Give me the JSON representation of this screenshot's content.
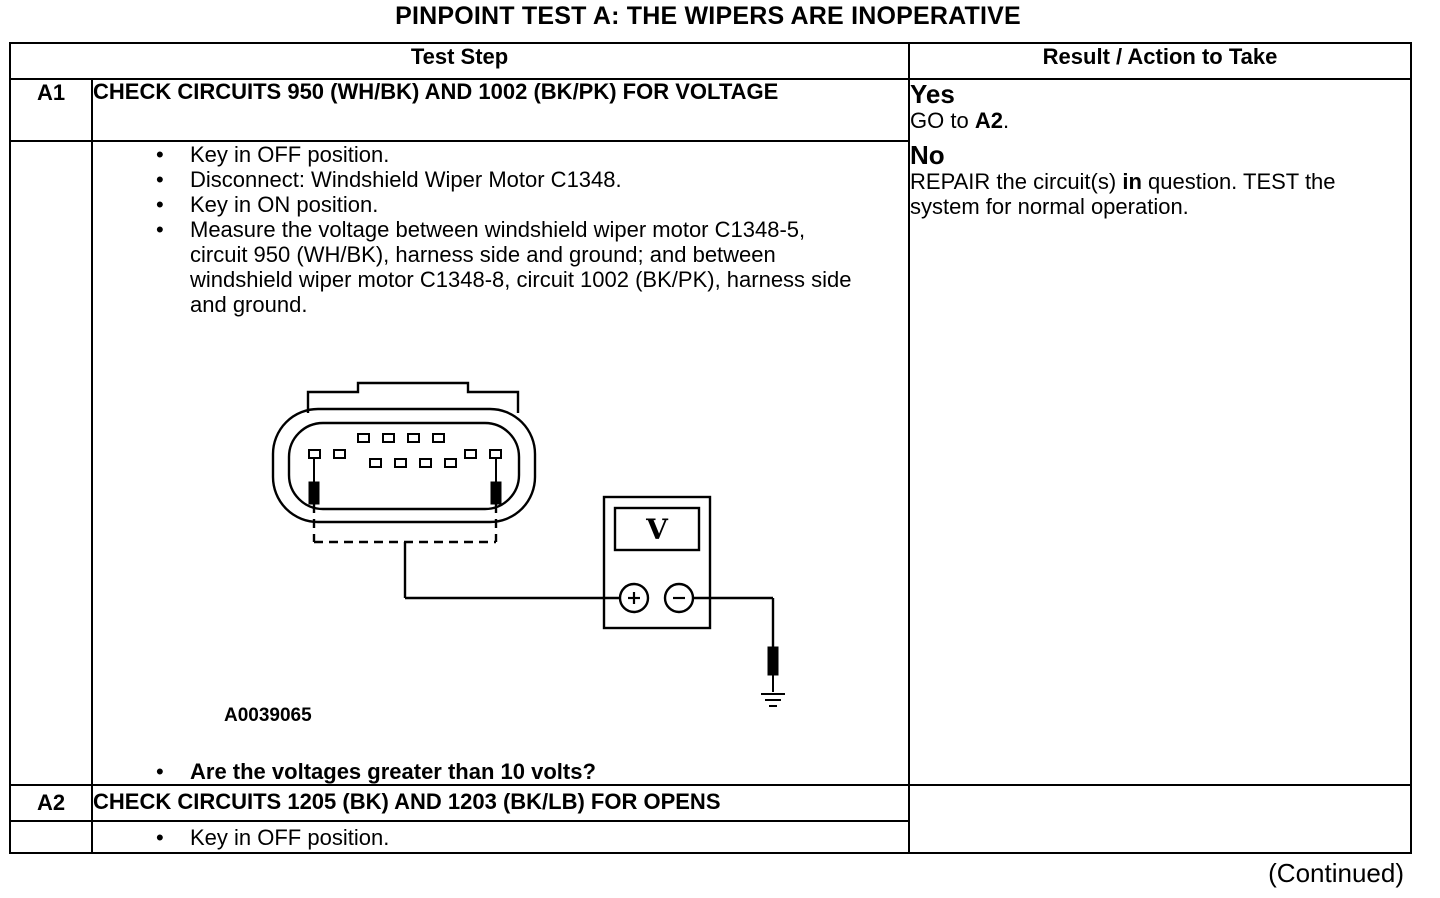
{
  "title": "PINPOINT TEST  A: THE WIPERS ARE INOPERATIVE",
  "headers": {
    "test_step": "Test Step",
    "result_action": "Result / Action to Take"
  },
  "steps": [
    {
      "id": "A1",
      "title": "CHECK CIRCUITS 950 (WH/BK) AND 1002 (BK/PK) FOR VOLTAGE",
      "bullets": [
        "Key in OFF position.",
        "Disconnect: Windshield Wiper Motor C1348.",
        "Key in ON position.",
        "Measure the voltage between windshield wiper motor C1348-5, circuit 950 (WH/BK), harness side and ground; and between windshield wiper motor C1348-8, circuit 1002 (BK/PK), harness side and ground."
      ],
      "figure_id": "A0039065",
      "meter_symbol": "V",
      "question": "Are the voltages greater than 10 volts?",
      "results": {
        "yes_label": "Yes",
        "yes_prefix": "GO to ",
        "yes_target": "A2",
        "yes_suffix": ".",
        "no_label": "No",
        "no_prefix": "REPAIR the circuit(s) ",
        "no_emph": "in",
        "no_suffix": " question. TEST the system for normal operation."
      }
    },
    {
      "id": "A2",
      "title": "CHECK CIRCUITS 1205 (BK) AND 1203 (BK/LB) FOR OPENS",
      "bullets": [
        "Key in OFF position."
      ]
    }
  ],
  "bullet_glyph": "•",
  "continued": "(Continued)"
}
